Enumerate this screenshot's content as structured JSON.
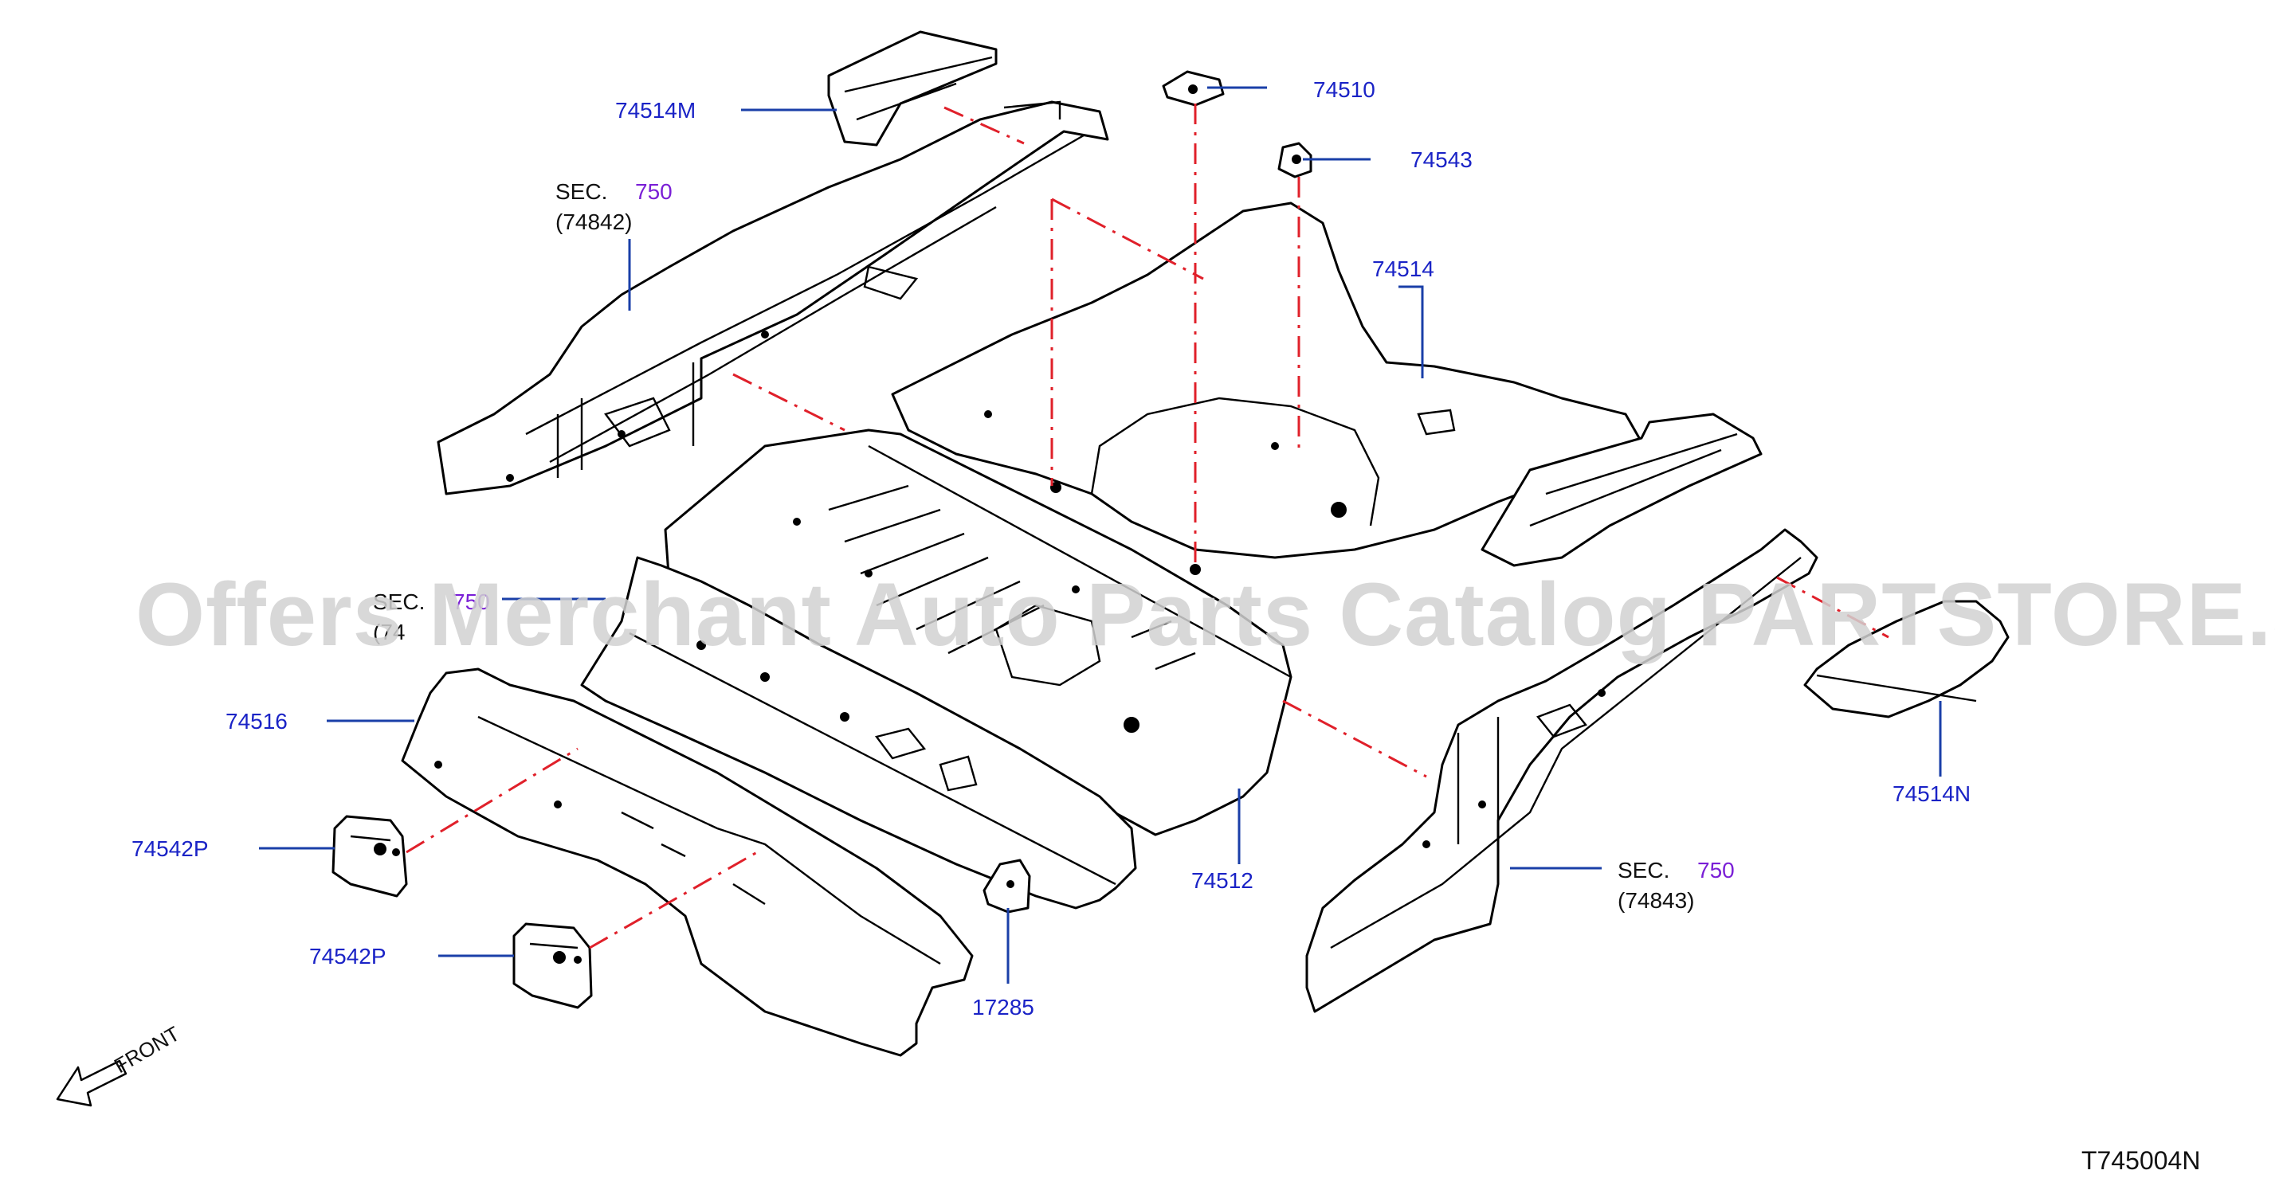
{
  "watermark": "Offers Merchant Auto Parts Catalog PARTSTORE.SA",
  "diagram_code": "T745004N",
  "front_label": "FRONT",
  "parts": {
    "p74514M": "74514M",
    "p74510": "74510",
    "p74543": "74543",
    "p74514": "74514",
    "p74516": "74516",
    "p74542P_a": "74542P",
    "p74542P_b": "74542P",
    "p74512": "74512",
    "p17285": "17285",
    "p74514N": "74514N"
  },
  "sections": {
    "left_upper": {
      "prefix": "SEC.",
      "number": "750",
      "ref": "(74842)"
    },
    "left_middle": {
      "prefix": "SEC.",
      "number": "750",
      "ref": "(74"
    },
    "right_lower": {
      "prefix": "SEC.",
      "number": "750",
      "ref": "(74843)"
    }
  },
  "colors": {
    "part_label": "#1a23c6",
    "section_number": "#7a1fd6",
    "leader_line": "#1a3fa8",
    "guide_line": "#e0202a",
    "watermark": "#d2d2d2"
  }
}
